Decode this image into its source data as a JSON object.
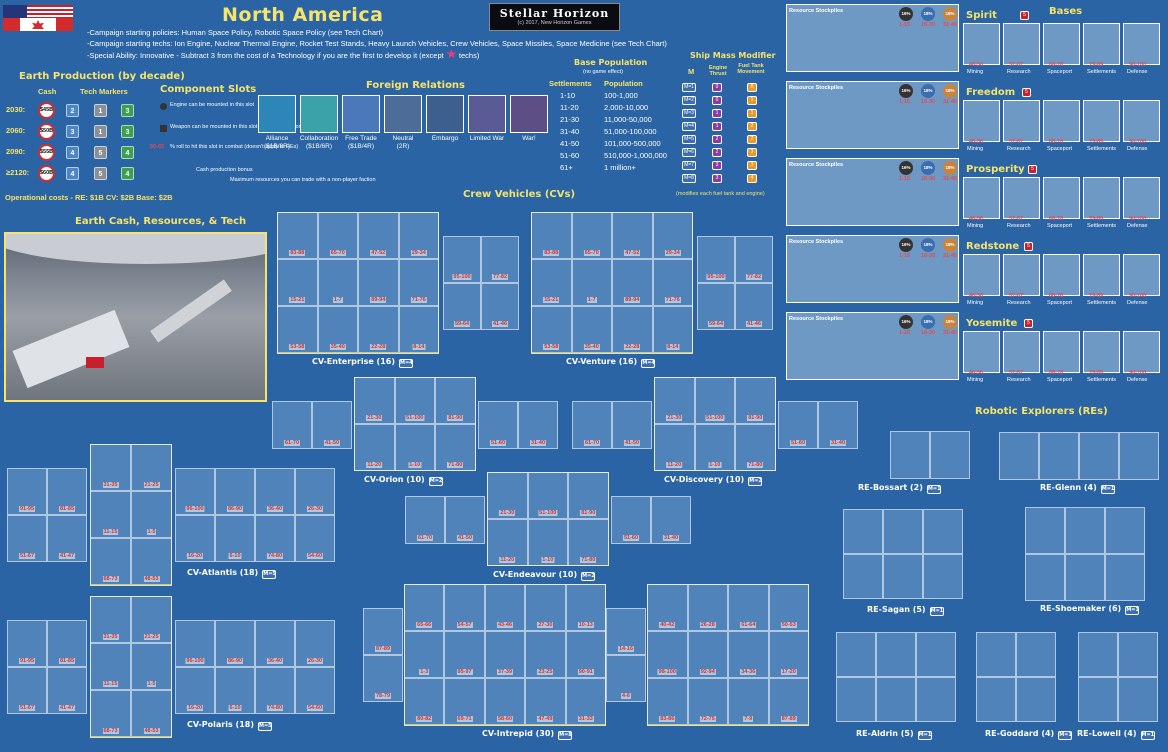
{
  "header": {
    "faction": "North America",
    "game_logo": "Stellar Horizon",
    "copyright": "(c) 2017, New Horizon Games",
    "policies": "-Campaign starting policies: Human Space Policy, Robotic Space Policy (see Tech Chart)",
    "techs": "-Campaign starting techs: Ion Engine, Nuclear Thermal Engine, Rocket Test Stands, Heavy Launch Vehicles, Crew Vehicles, Space Missiles, Space Medicine (see Tech Chart)",
    "ability_a": "-Special Ability: Innovative - Subtract 3 from the cost of a Technology if you are the first to develop it (except",
    "ability_b": "techs)"
  },
  "earth_production": {
    "title": "Earth Production (by decade)",
    "cash_header": "Cash",
    "markers_header": "Tech Markers",
    "rows": [
      {
        "decade": "2030:",
        "cash": "$45B",
        "m1": "2",
        "m2": "1",
        "m3": "3"
      },
      {
        "decade": "2060:",
        "cash": "$50B",
        "m1": "3",
        "m2": "1",
        "m3": "3"
      },
      {
        "decade": "2090:",
        "cash": "$55B",
        "m1": "4",
        "m2": "5",
        "m3": "4"
      },
      {
        "decade": "≥2120:",
        "cash": "$60B",
        "m1": "4",
        "m2": "5",
        "m3": "4"
      }
    ],
    "op_costs": "Operational costs - RE: $1B   CV: $2B   Base: $2B"
  },
  "component_slots": {
    "title": "Component Slots",
    "engine_note": "Engine can be mounted in this slot",
    "weapon_note": "Weapon can be mounted in this slot (requires tech for REs)",
    "roll_range": "50-65",
    "roll_note": "% roll to hit this slot in combat (doesn't apply to REs)",
    "cash_note": "Cash production bonus",
    "max_note": "Maximum resources you can trade with a non-player faction"
  },
  "foreign_relations": {
    "title": "Foreign Relations",
    "levels": [
      {
        "name": "Alliance",
        "value": "($1B/8R)",
        "color": "#2c86b8"
      },
      {
        "name": "Collaboration",
        "value": "($1B/6R)",
        "color": "#3aa2a8"
      },
      {
        "name": "Free Trade",
        "value": "($1B/4R)",
        "color": "#4a78b8"
      },
      {
        "name": "Neutral",
        "value": "(2R)",
        "color": "#4e6c98"
      },
      {
        "name": "Embargo",
        "value": "",
        "color": "#3d5f8f"
      },
      {
        "name": "Limited War",
        "value": "",
        "color": "#5a5a96"
      },
      {
        "name": "War!",
        "value": "",
        "color": "#5e4e86"
      }
    ]
  },
  "base_population": {
    "title": "Base Population",
    "subtitle": "(no game effect)",
    "col1": "Settlements",
    "col2": "Population",
    "rows": [
      [
        "1-10",
        "100-1,000"
      ],
      [
        "11-20",
        "2,000-10,000"
      ],
      [
        "21-30",
        "11,000-50,000"
      ],
      [
        "31-40",
        "51,000-100,000"
      ],
      [
        "41-50",
        "101,000-500,000"
      ],
      [
        "51-60",
        "510,000-1,000,000"
      ],
      [
        "61+",
        "1 million+"
      ]
    ]
  },
  "ship_mass": {
    "title": "Ship Mass Modifier",
    "col_m": "M",
    "col_engine": "Engine Thrust",
    "col_fuel": "Fuel Tank Movement",
    "rows": [
      [
        "M=1",
        "0",
        "0"
      ],
      [
        "M=2",
        "0",
        "1"
      ],
      [
        "M=3",
        "1",
        "1"
      ],
      [
        "M=4",
        "1",
        "2"
      ],
      [
        "M=5",
        "2",
        "2"
      ],
      [
        "M=6",
        "2",
        "3"
      ],
      [
        "M=7",
        "3",
        "3"
      ],
      [
        "M=8",
        "3",
        "4"
      ]
    ],
    "note": "(modifies each fuel tank and engine)"
  },
  "earth_cash": {
    "title": "Earth Cash, Resources, & Tech"
  },
  "crew_vehicles": {
    "title": "Crew Vehicles (CVs)",
    "ships": [
      {
        "name": "CV-Enterprise (16)",
        "mass": "M=4"
      },
      {
        "name": "CV-Venture (16)",
        "mass": "M=4"
      },
      {
        "name": "CV-Orion (10)",
        "mass": "M=2"
      },
      {
        "name": "CV-Discovery (10)",
        "mass": "M=2"
      },
      {
        "name": "CV-Atlantis (18)",
        "mass": "M=5"
      },
      {
        "name": "CV-Endeavour (10)",
        "mass": "M=2"
      },
      {
        "name": "CV-Polaris (18)",
        "mass": "M=5"
      },
      {
        "name": "CV-Intrepid (30)",
        "mass": "M=8"
      }
    ],
    "tags": {
      "a": [
        "83-88",
        "65-70",
        "47-52",
        "29-34",
        "15-21",
        "1-7",
        "89-94",
        "71-76",
        "53-58",
        "35-40",
        "22-28",
        "8-14",
        "95-100",
        "77-82",
        "59-64",
        "41-46"
      ],
      "b": [
        "61-70",
        "41-50",
        "21-30",
        "51-100",
        "81-90",
        "11-20",
        "1-10",
        "71-80",
        "51-60",
        "31-40"
      ],
      "c": [
        "91-95",
        "81-85",
        "51-67",
        "41-47",
        "31-35",
        "21-25",
        "11-15",
        "1-5",
        "68-73",
        "48-53",
        "96-100",
        "86-90",
        "36-40",
        "26-30",
        "16-20",
        "6-10",
        "74-80",
        "54-60"
      ],
      "d": [
        "87-89",
        "78-79",
        "65-66",
        "54-57",
        "43-46",
        "27-30",
        "10-13",
        "1-3",
        "95-97",
        "37-39",
        "23-25",
        "90-91",
        "80-82",
        "69-71",
        "58-60",
        "47-49",
        "31-33",
        "14-16",
        "4-6",
        "40-42",
        "26-28",
        "98-100",
        "92-94",
        "83-86",
        "72-75",
        "61-64",
        "50-53",
        "34-36",
        "17-20",
        "7-9"
      ]
    }
  },
  "robotic_explorers": {
    "title": "Robotic Explorers (REs)",
    "ships": [
      {
        "name": "RE-Bossart (2)",
        "mass": "M=1"
      },
      {
        "name": "RE-Glenn (4)",
        "mass": "M=1"
      },
      {
        "name": "RE-Sagan (5)",
        "mass": "M=1"
      },
      {
        "name": "RE-Shoemaker (6)",
        "mass": "M=1"
      },
      {
        "name": "RE-Aldrin (5)",
        "mass": "M=1"
      },
      {
        "name": "RE-Goddard (4)",
        "mass": "M=1"
      },
      {
        "name": "RE-Lowell (4)",
        "mass": "M=1"
      }
    ]
  },
  "bases": {
    "title": "Bases",
    "stockpile_label": "Resource Stockpiles",
    "ranges": [
      "1-15",
      "16-30",
      "31-45"
    ],
    "badges": [
      "16%",
      "18%",
      "18%"
    ],
    "cols": [
      {
        "range": "46-56",
        "name": "Mining"
      },
      {
        "range": "57-67",
        "name": "Research"
      },
      {
        "range": "68-78",
        "name": "Spaceport"
      },
      {
        "range": "79-89",
        "name": "Settlements"
      },
      {
        "range": "90-100",
        "name": "Defense"
      }
    ],
    "names": [
      "Spirit",
      "Freedom",
      "Prosperity",
      "Redstone",
      "Yosemite"
    ],
    "code": "5"
  }
}
